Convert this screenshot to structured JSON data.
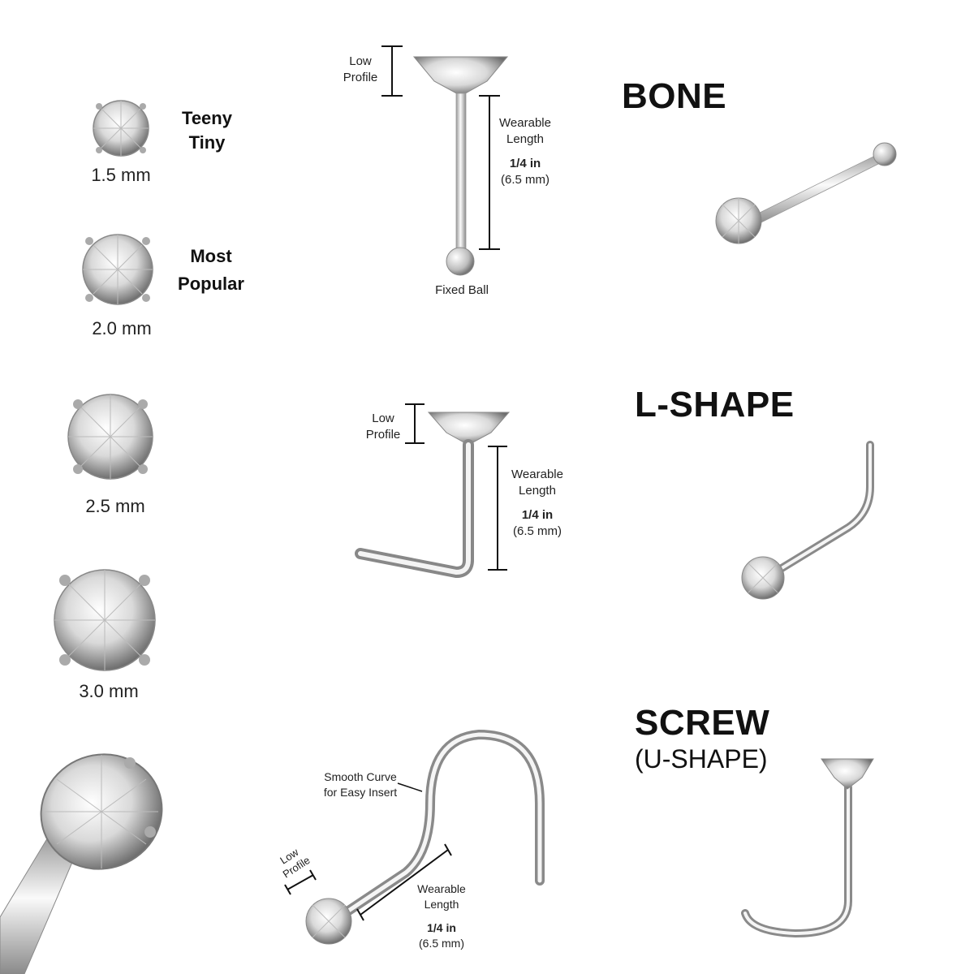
{
  "sizes": [
    {
      "label": "1.5 mm",
      "note_line1": "Teeny",
      "note_line2": "Tiny"
    },
    {
      "label": "2.0 mm",
      "note_line1": "Most",
      "note_line2": "Popular"
    },
    {
      "label": "2.5 mm"
    },
    {
      "label": "3.0 mm"
    }
  ],
  "styles": {
    "bone": {
      "title": "BONE",
      "low_profile_1": "Low",
      "low_profile_2": "Profile",
      "wearable_1": "Wearable",
      "wearable_2": "Length",
      "length_in": "1/4 in",
      "length_mm": "(6.5 mm)",
      "end_label": "Fixed Ball"
    },
    "lshape": {
      "title": "L-SHAPE",
      "low_profile_1": "Low",
      "low_profile_2": "Profile",
      "wearable_1": "Wearable",
      "wearable_2": "Length",
      "length_in": "1/4 in",
      "length_mm": "(6.5 mm)"
    },
    "screw": {
      "title": "SCREW",
      "subtitle": "(U-SHAPE)",
      "curve_1": "Smooth Curve",
      "curve_2": "for Easy Insert",
      "low_profile_1": "Low",
      "low_profile_2": "Profile",
      "wearable_1": "Wearable",
      "wearable_2": "Length",
      "length_in": "1/4 in",
      "length_mm": "(6.5 mm)"
    }
  },
  "colors": {
    "metal_light": "#f2f2f2",
    "metal_dark": "#8a8a8a",
    "ink": "#111111"
  }
}
